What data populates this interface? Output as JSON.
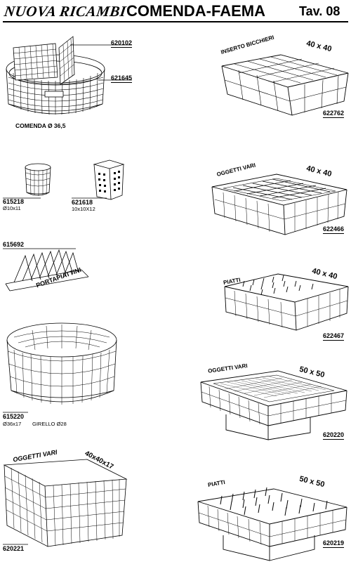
{
  "header": {
    "brand": "NUOVA RICAMBI",
    "title": "COMENDA-FAEMA",
    "table": "Tav. 08"
  },
  "parts": {
    "p620102": {
      "code": "620102"
    },
    "p621645": {
      "code": "621645"
    },
    "comenda_caption": "COMENDA Ø 36,5",
    "p622762": {
      "code": "622762",
      "label": "INSERTO BICCHIERI",
      "dims": "40 x 40"
    },
    "p615218": {
      "code": "615218",
      "size": "Ø10x11"
    },
    "p621618": {
      "code": "621618",
      "size": "10x10X12"
    },
    "p622466": {
      "code": "622466",
      "label": "OGGETTI VARI",
      "dims": "40 x 40"
    },
    "p615692": {
      "code": "615692",
      "label": "PORTAPIATTINI"
    },
    "p622467": {
      "code": "622467",
      "label": "PIATTI",
      "dims": "40 x 40"
    },
    "p615220": {
      "code": "615220",
      "size": "Ø36x17",
      "extra": "GIRELLO Ø28"
    },
    "p620220": {
      "code": "620220",
      "label": "OGGETTI VARI",
      "dims": "50 x 50"
    },
    "p620221": {
      "code": "620221",
      "label": "OGGETTI VARI",
      "dims": "40x40x17"
    },
    "p620219": {
      "code": "620219",
      "label": "PIATTI",
      "dims": "50 x 50"
    }
  }
}
